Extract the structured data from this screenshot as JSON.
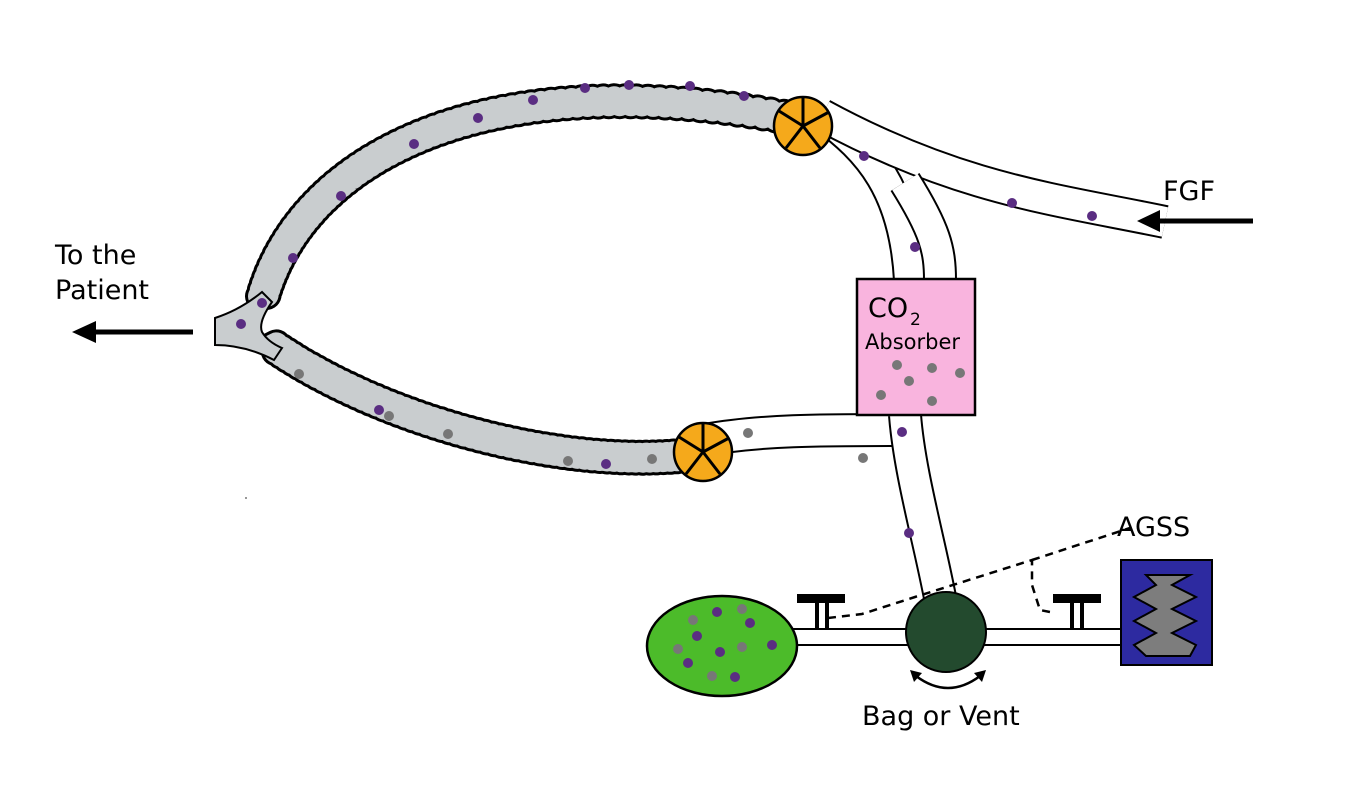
{
  "labels": {
    "to_patient_line1": "To the",
    "to_patient_line2": "Patient",
    "fgf": "FGF",
    "co2_main": "CO",
    "co2_sub": "2",
    "absorber": "Absorber",
    "agss": "AGSS",
    "bag_or_vent": "Bag or Vent"
  },
  "colors": {
    "background": "#ffffff",
    "stroke": "#000000",
    "hose_fill": "#c9cdcf",
    "tube_fill": "#ffffff",
    "valve": "#f5a91b",
    "absorber": "#f9b4de",
    "bag": "#4cbb2a",
    "selector": "#234a2e",
    "agss_frame": "#2d2aa0",
    "agss_bellows": "#7d7d7d",
    "gas_fresh": "#5a2d82",
    "gas_exhaled": "#777777"
  },
  "icons": {
    "inspiratory_valve": "one-way-valve-icon",
    "expiratory_valve": "one-way-valve-icon",
    "apl_valve": "t-valve-icon",
    "agss_valve": "t-valve-icon",
    "fgf_arrow": "arrow-left-icon",
    "patient_arrow": "arrow-left-icon",
    "switch_arrow": "double-arrow-icon"
  }
}
